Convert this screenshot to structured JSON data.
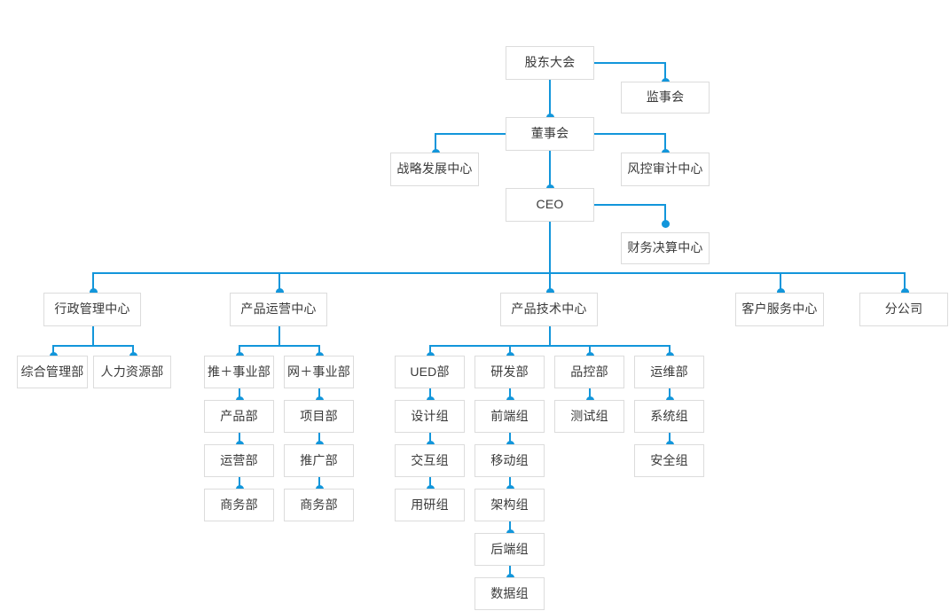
{
  "chart": {
    "type": "org-chart",
    "title": "",
    "background_color": "#ffffff",
    "node_border_color": "#dcdcdc",
    "node_text_color": "#3a3a3a",
    "connector_color": "#1296db",
    "connector_dot_color": "#1296db"
  },
  "nodes": {
    "shareholders_meeting": {
      "label": "股东大会",
      "level": 0
    },
    "supervisory_board": {
      "label": "监事会",
      "level": 1
    },
    "board_of_directors": {
      "label": "董事会",
      "level": 1
    },
    "strategy_development_center": {
      "label": "战略发展中心",
      "level": 2
    },
    "risk_audit_center": {
      "label": "风控审计中心",
      "level": 2
    },
    "ceo": {
      "label": "CEO",
      "level": 2
    },
    "finance_settlement_center": {
      "label": "财务决算中心",
      "level": 3
    },
    "admin_management_center": {
      "label": "行政管理中心",
      "level": 3
    },
    "product_operations_center": {
      "label": "产品运营中心",
      "level": 3
    },
    "product_technology_center": {
      "label": "产品技术中心",
      "level": 3
    },
    "customer_service_center": {
      "label": "客户服务中心",
      "level": 3
    },
    "branch_company": {
      "label": "分公司",
      "level": 3
    },
    "general_management_dept": {
      "label": "综合管理部",
      "level": 4
    },
    "human_resources_dept": {
      "label": "人力资源部",
      "level": 4
    },
    "tui_plus_division": {
      "label": "推＋事业部",
      "level": 4
    },
    "wang_plus_division": {
      "label": "网＋事业部",
      "level": 4
    },
    "product_dept": {
      "label": "产品部",
      "level": 5
    },
    "project_dept": {
      "label": "项目部",
      "level": 5
    },
    "operations_dept": {
      "label": "运营部",
      "level": 6
    },
    "promotion_dept": {
      "label": "推广部",
      "level": 6
    },
    "business_dept_left": {
      "label": "商务部",
      "level": 7
    },
    "business_dept_right": {
      "label": "商务部",
      "level": 7
    },
    "ued_dept": {
      "label": "UED部",
      "level": 4
    },
    "rd_dept": {
      "label": "研发部",
      "level": 4
    },
    "qc_dept": {
      "label": "品控部",
      "level": 4
    },
    "ops_maintenance_dept": {
      "label": "运维部",
      "level": 4
    },
    "design_group": {
      "label": "设计组",
      "level": 5
    },
    "frontend_group": {
      "label": "前端组",
      "level": 5
    },
    "test_group": {
      "label": "测试组",
      "level": 5
    },
    "system_group": {
      "label": "系统组",
      "level": 5
    },
    "interaction_group": {
      "label": "交互组",
      "level": 6
    },
    "mobile_group": {
      "label": "移动组",
      "level": 6
    },
    "security_group": {
      "label": "安全组",
      "level": 6
    },
    "user_research_group": {
      "label": "用研组",
      "level": 7
    },
    "architecture_group": {
      "label": "架构组",
      "level": 7
    },
    "backend_group": {
      "label": "后端组",
      "level": 8
    },
    "data_group": {
      "label": "数据组",
      "level": 9
    }
  }
}
